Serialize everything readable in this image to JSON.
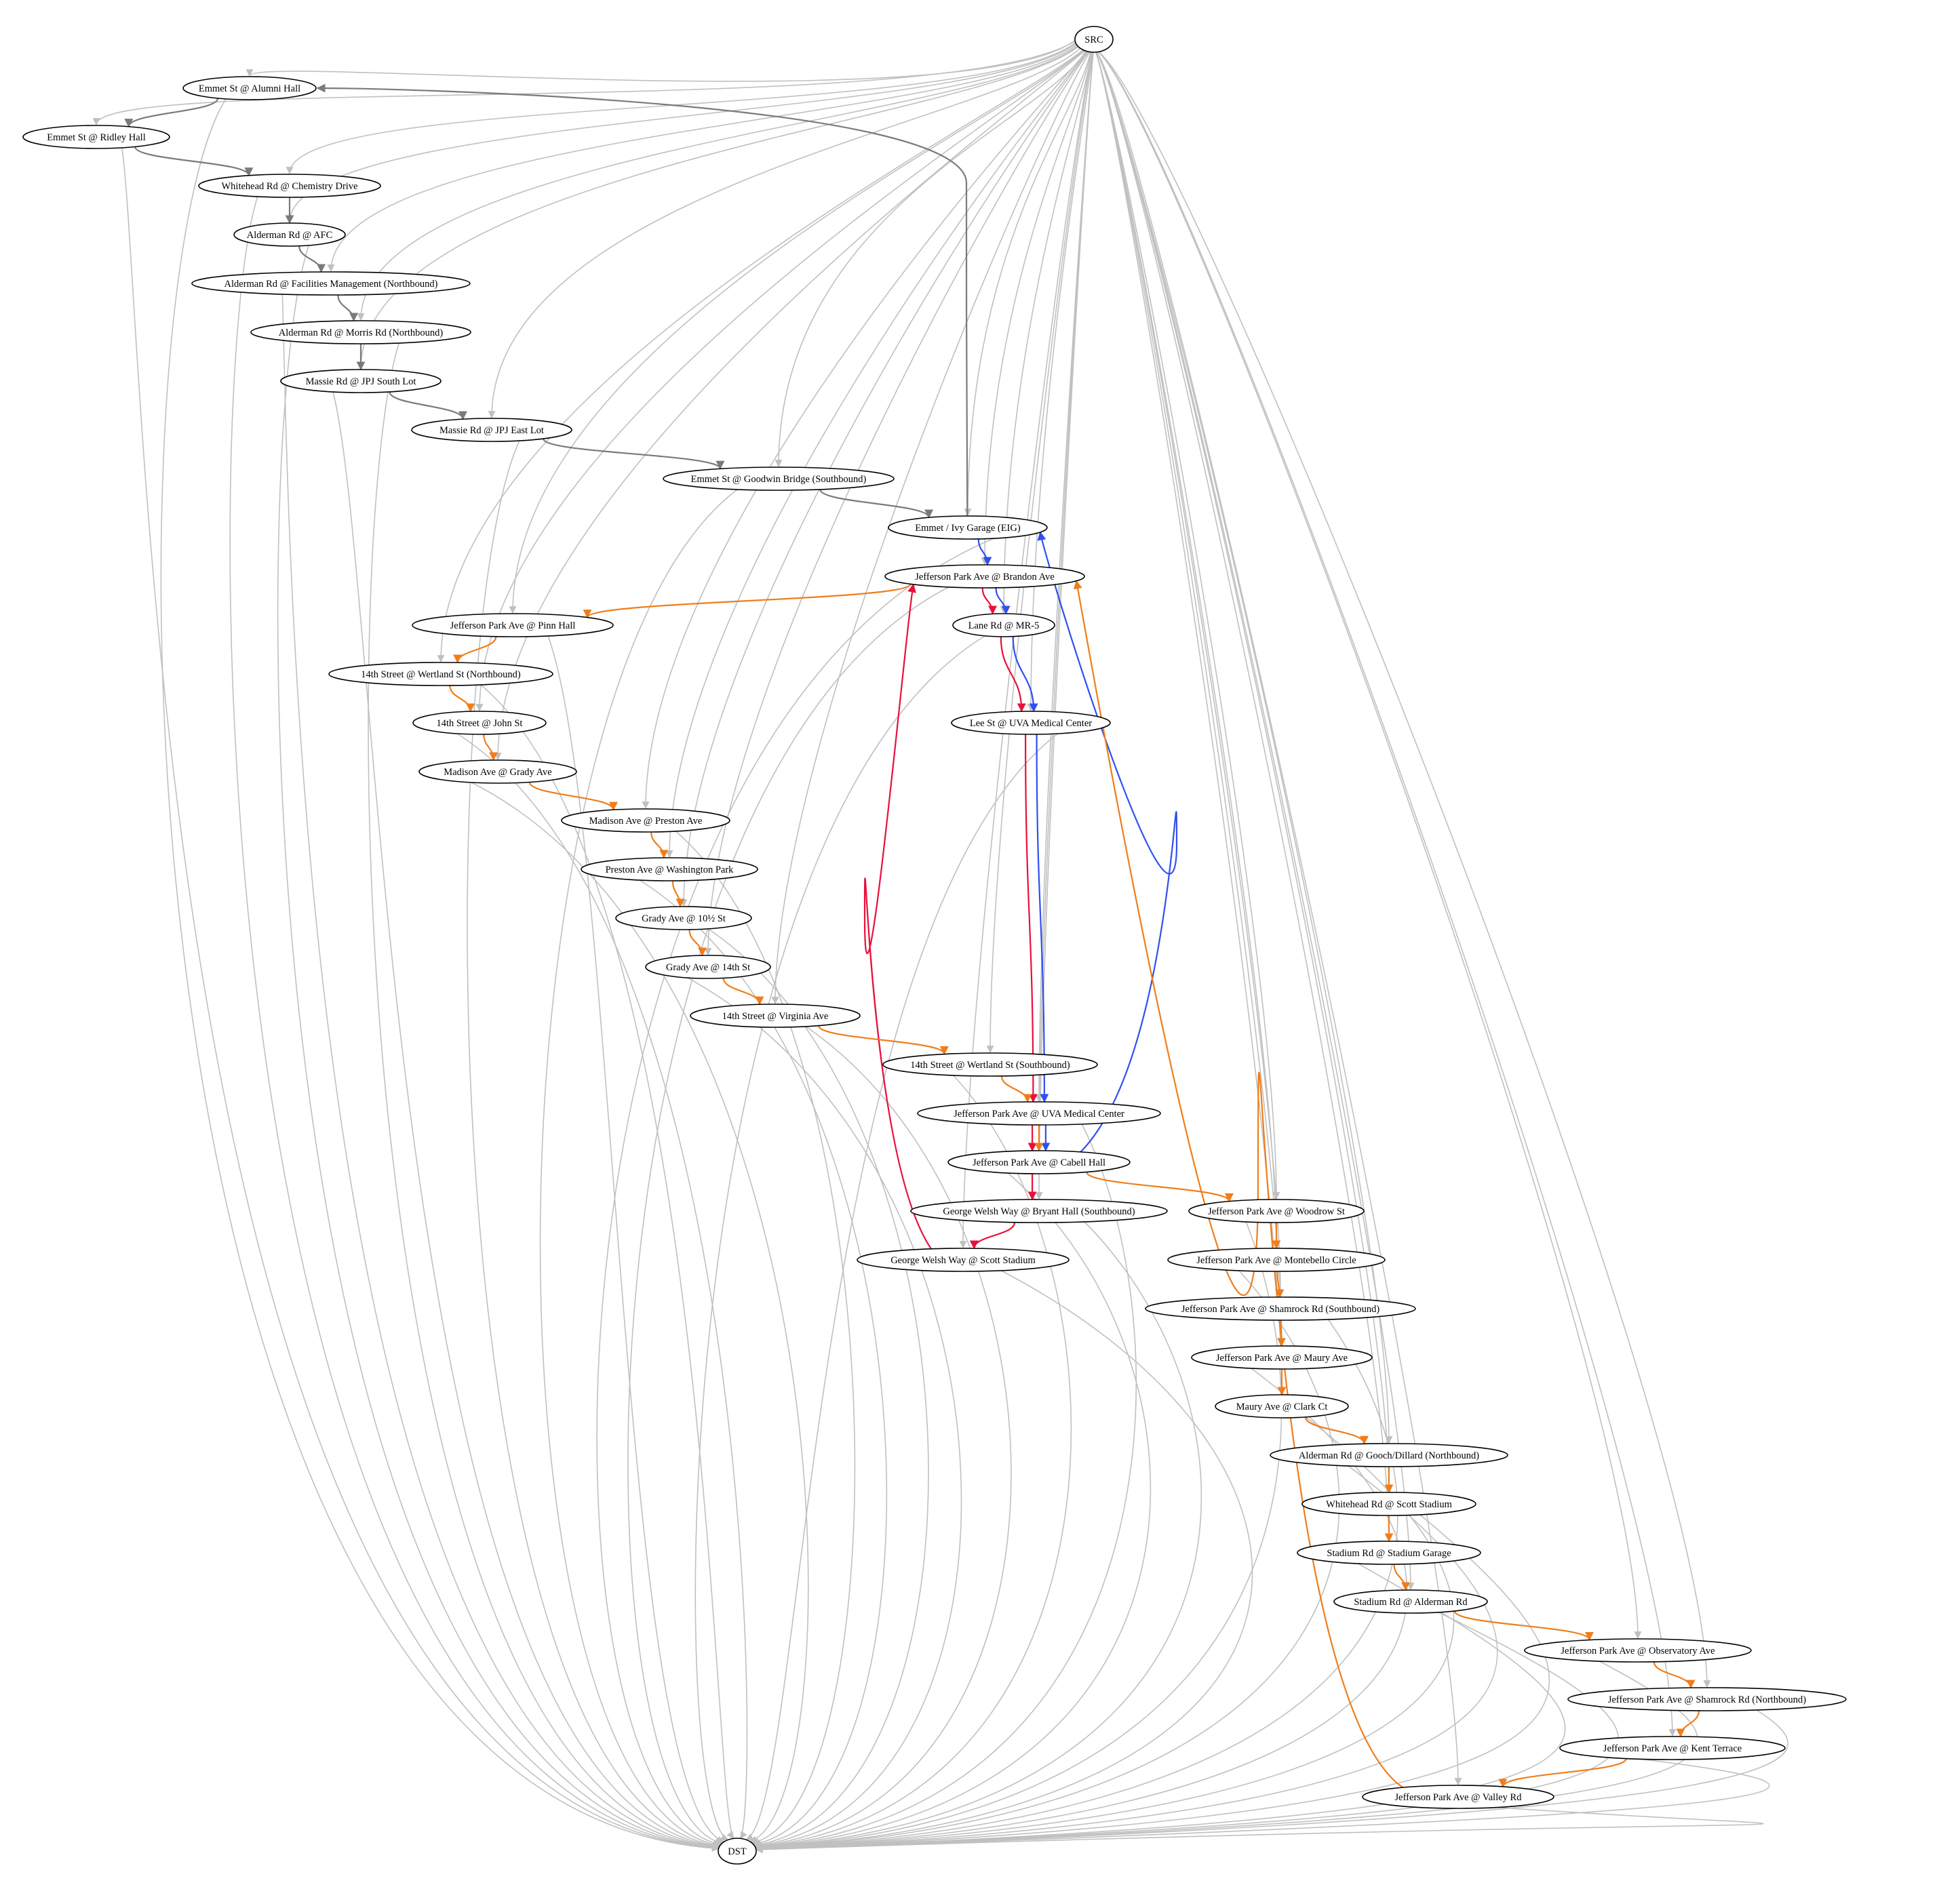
{
  "source": {
    "id": "SRC",
    "label": "SRC"
  },
  "sink": {
    "id": "DST",
    "label": "DST"
  },
  "colors": {
    "background": "#ffffff",
    "node_outline": "#000000",
    "source_sink_edge": "#c0c0c0",
    "gray_route": "#7a7a7a",
    "orange_route": "#f07d1a",
    "red_route": "#e8103a",
    "blue_route": "#2f4ff0"
  },
  "stops": [
    {
      "id": "n1",
      "label": "Emmet St @ Alumni Hall"
    },
    {
      "id": "n2",
      "label": "Emmet St @ Ridley Hall"
    },
    {
      "id": "n3",
      "label": "Whitehead Rd @ Chemistry Drive"
    },
    {
      "id": "n4",
      "label": "Alderman Rd @ AFC"
    },
    {
      "id": "n5",
      "label": "Alderman Rd @ Facilities Management (Northbound)"
    },
    {
      "id": "n6",
      "label": "Alderman Rd @ Morris Rd (Northbound)"
    },
    {
      "id": "n7",
      "label": "Massie Rd @ JPJ South Lot"
    },
    {
      "id": "n8",
      "label": "Massie Rd @ JPJ East Lot"
    },
    {
      "id": "n9",
      "label": "Emmet St @ Goodwin Bridge (Southbound)"
    },
    {
      "id": "n10",
      "label": "Emmet / Ivy Garage (EIG)"
    },
    {
      "id": "n11",
      "label": "Jefferson Park Ave @ Brandon Ave"
    },
    {
      "id": "n12",
      "label": "Jefferson Park Ave @ Pinn Hall"
    },
    {
      "id": "n13",
      "label": "Lane Rd @ MR-5"
    },
    {
      "id": "n14",
      "label": "14th Street @ Wertland St (Northbound)"
    },
    {
      "id": "n15",
      "label": "14th Street @ John St"
    },
    {
      "id": "n16",
      "label": "Lee St @ UVA Medical Center"
    },
    {
      "id": "n17",
      "label": "Madison Ave @ Grady Ave"
    },
    {
      "id": "n18",
      "label": "Madison Ave @ Preston Ave"
    },
    {
      "id": "n19",
      "label": "Preston Ave @ Washington Park"
    },
    {
      "id": "n20",
      "label": "Grady Ave @ 10½ St"
    },
    {
      "id": "n21",
      "label": "Grady Ave @ 14th St"
    },
    {
      "id": "n22",
      "label": "14th Street @ Virginia Ave"
    },
    {
      "id": "n23",
      "label": "14th Street @ Wertland St (Southbound)"
    },
    {
      "id": "n24",
      "label": "Jefferson Park Ave @ UVA Medical Center"
    },
    {
      "id": "n25",
      "label": "Jefferson Park Ave @ Cabell Hall"
    },
    {
      "id": "n26",
      "label": "George Welsh Way @ Bryant Hall (Southbound)"
    },
    {
      "id": "n27",
      "label": "Jefferson Park Ave @ Woodrow St"
    },
    {
      "id": "n28",
      "label": "George Welsh Way @ Scott Stadium"
    },
    {
      "id": "n29",
      "label": "Jefferson Park Ave @ Montebello Circle"
    },
    {
      "id": "n30",
      "label": "Jefferson Park Ave @ Shamrock Rd (Southbound)"
    },
    {
      "id": "n31",
      "label": "Jefferson Park Ave @ Maury Ave"
    },
    {
      "id": "n32",
      "label": "Maury Ave @ Clark Ct"
    },
    {
      "id": "n33",
      "label": "Alderman Rd @ Gooch/Dillard (Northbound)"
    },
    {
      "id": "n34",
      "label": "Whitehead Rd @ Scott Stadium"
    },
    {
      "id": "n35",
      "label": "Stadium Rd @ Stadium Garage"
    },
    {
      "id": "n36",
      "label": "Stadium Rd @ Alderman Rd"
    },
    {
      "id": "n37",
      "label": "Jefferson Park Ave @ Observatory Ave"
    },
    {
      "id": "n38",
      "label": "Jefferson Park Ave @ Shamrock Rd (Northbound)"
    },
    {
      "id": "n39",
      "label": "Jefferson Park Ave @ Kent Terrace"
    },
    {
      "id": "n40",
      "label": "Jefferson Park Ave @ Valley Rd"
    }
  ],
  "routes": [
    {
      "color": "gray",
      "edges": [
        [
          "n1",
          "n2"
        ],
        [
          "n2",
          "n3"
        ],
        [
          "n3",
          "n4"
        ],
        [
          "n4",
          "n5"
        ],
        [
          "n5",
          "n6"
        ],
        [
          "n6",
          "n7"
        ],
        [
          "n7",
          "n8"
        ],
        [
          "n8",
          "n9"
        ],
        [
          "n9",
          "n10"
        ],
        [
          "n10",
          "n1"
        ]
      ]
    },
    {
      "color": "blue",
      "edges": [
        [
          "n10",
          "n11"
        ],
        [
          "n11",
          "n13"
        ],
        [
          "n13",
          "n16"
        ],
        [
          "n16",
          "n24"
        ],
        [
          "n24",
          "n25"
        ],
        [
          "n25",
          "n10"
        ]
      ]
    },
    {
      "color": "red",
      "edges": [
        [
          "n11",
          "n13"
        ],
        [
          "n13",
          "n16"
        ],
        [
          "n16",
          "n24"
        ],
        [
          "n24",
          "n25"
        ],
        [
          "n25",
          "n26"
        ],
        [
          "n26",
          "n28"
        ],
        [
          "n28",
          "n11"
        ]
      ]
    },
    {
      "color": "orange",
      "edges": [
        [
          "n11",
          "n12"
        ],
        [
          "n12",
          "n14"
        ],
        [
          "n14",
          "n15"
        ],
        [
          "n15",
          "n17"
        ],
        [
          "n17",
          "n18"
        ],
        [
          "n18",
          "n19"
        ],
        [
          "n19",
          "n20"
        ],
        [
          "n20",
          "n21"
        ],
        [
          "n21",
          "n22"
        ],
        [
          "n22",
          "n23"
        ],
        [
          "n23",
          "n24"
        ],
        [
          "n24",
          "n25"
        ],
        [
          "n25",
          "n27"
        ],
        [
          "n27",
          "n29"
        ],
        [
          "n29",
          "n30"
        ],
        [
          "n30",
          "n31"
        ],
        [
          "n31",
          "n32"
        ],
        [
          "n32",
          "n33"
        ],
        [
          "n33",
          "n34"
        ],
        [
          "n34",
          "n35"
        ],
        [
          "n35",
          "n36"
        ],
        [
          "n36",
          "n37"
        ],
        [
          "n37",
          "n38"
        ],
        [
          "n38",
          "n39"
        ],
        [
          "n39",
          "n40"
        ],
        [
          "n40",
          "n11"
        ]
      ]
    }
  ]
}
